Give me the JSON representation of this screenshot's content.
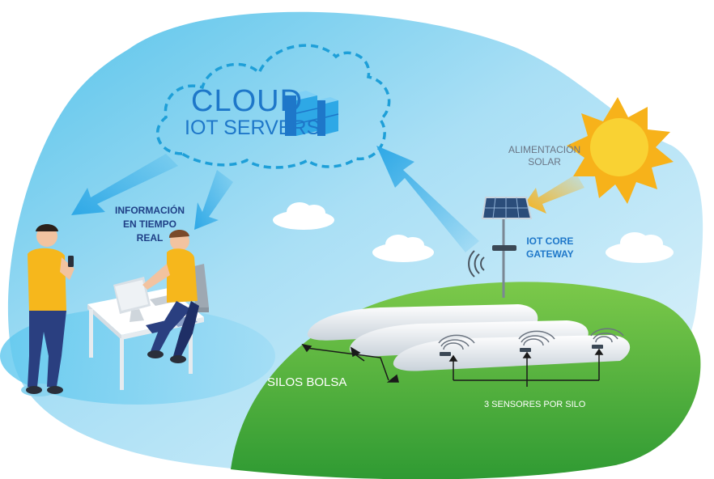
{
  "cloud": {
    "title": "CLOUD",
    "subtitle": "IOT SERVERS"
  },
  "info_lines": [
    "INFORMACIÓN",
    "EN TIEMPO",
    "REAL"
  ],
  "gateway_lines": [
    "IOT CORE",
    "GATEWAY"
  ],
  "solar_lines": [
    "ALIMENTACIÓN",
    "SOLAR"
  ],
  "silos_label": "SILOS BOLSA",
  "sensors_label": "3 SENSORES POR SILO",
  "colors": {
    "sky": "#bfe6f7",
    "sky_deep": "#57c3ea",
    "grass": "#3fae3a",
    "grass_light": "#7cc94a",
    "arrow": "#2ea8e6",
    "cloud_text": "#1e77c9",
    "sun": "#f7b21a",
    "shirt": "#f6b71c"
  }
}
